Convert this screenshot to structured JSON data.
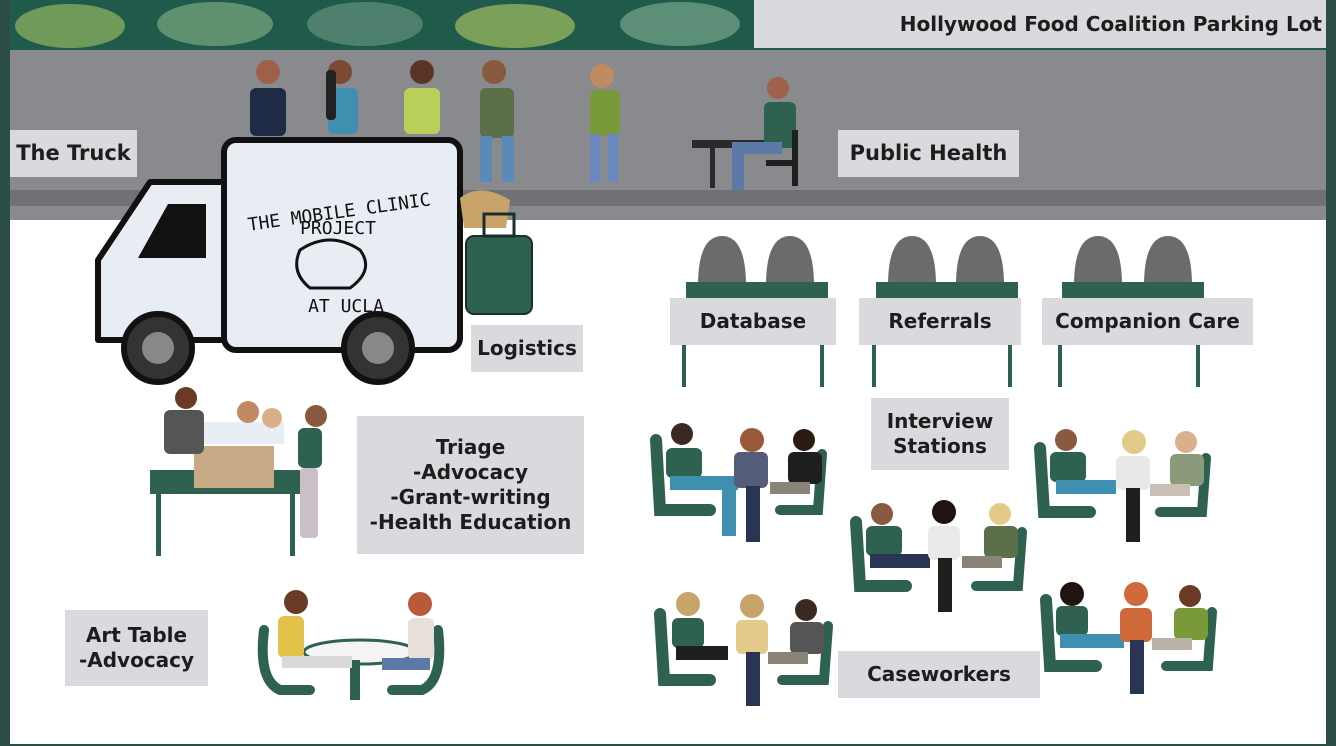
{
  "title": "Hollywood Food Coalition Parking Lot",
  "truck_text": {
    "line1": "THE MOBILE CLINIC",
    "line2": "PROJECT",
    "line3": "AT UCLA"
  },
  "stations": {
    "truck": "The Truck",
    "public_health": "Public Health",
    "logistics": "Logistics",
    "database": "Database",
    "referrals": "Referrals",
    "companion_care": "Companion Care",
    "interview_stations": [
      "Interview",
      "Stations"
    ],
    "triage": [
      "Triage",
      "-Advocacy",
      "-Grant-writing",
      "-Health Education"
    ],
    "art_table": [
      "Art Table",
      "-Advocacy"
    ],
    "caseworkers": "Caseworkers"
  },
  "colors": {
    "frame": "#2c4d45",
    "road": "#888a8d",
    "trees": "#1f5a4a",
    "label_bg": "#d9dadd",
    "table_green": "#2f6150",
    "chair_green": "#2f6150",
    "silhouette": "#6b6b6b"
  },
  "icons": [
    "truck-icon",
    "person-icon",
    "table-icon",
    "chair-icon",
    "cart-icon",
    "tree-icon"
  ]
}
